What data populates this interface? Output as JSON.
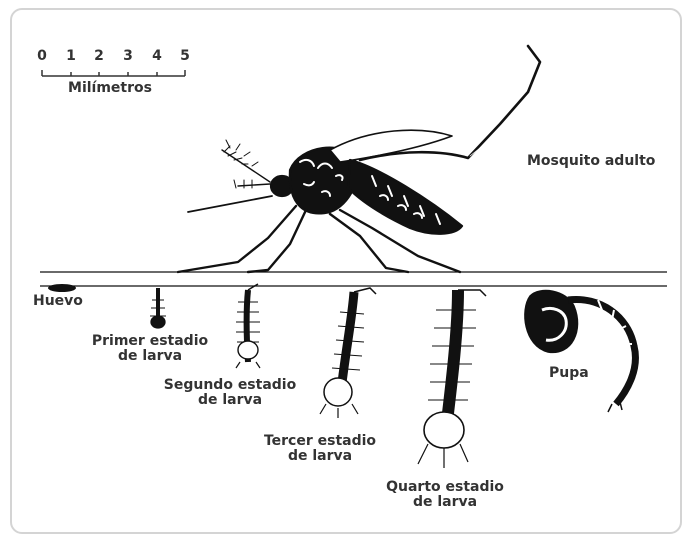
{
  "scale": {
    "ticks": [
      "0",
      "1",
      "2",
      "3",
      "4",
      "5"
    ],
    "unit": "Milímetros"
  },
  "stages": {
    "adult": "Mosquito adulto",
    "egg": "Huevo",
    "larva1_line1": "Primer estadio",
    "larva1_line2": "de larva",
    "larva2_line1": "Segundo estadio",
    "larva2_line2": "de larva",
    "larva3_line1": "Tercer estadio",
    "larva3_line2": "de larva",
    "larva4_line1": "Quarto estadio",
    "larva4_line2": "de larva",
    "pupa": "Pupa"
  }
}
